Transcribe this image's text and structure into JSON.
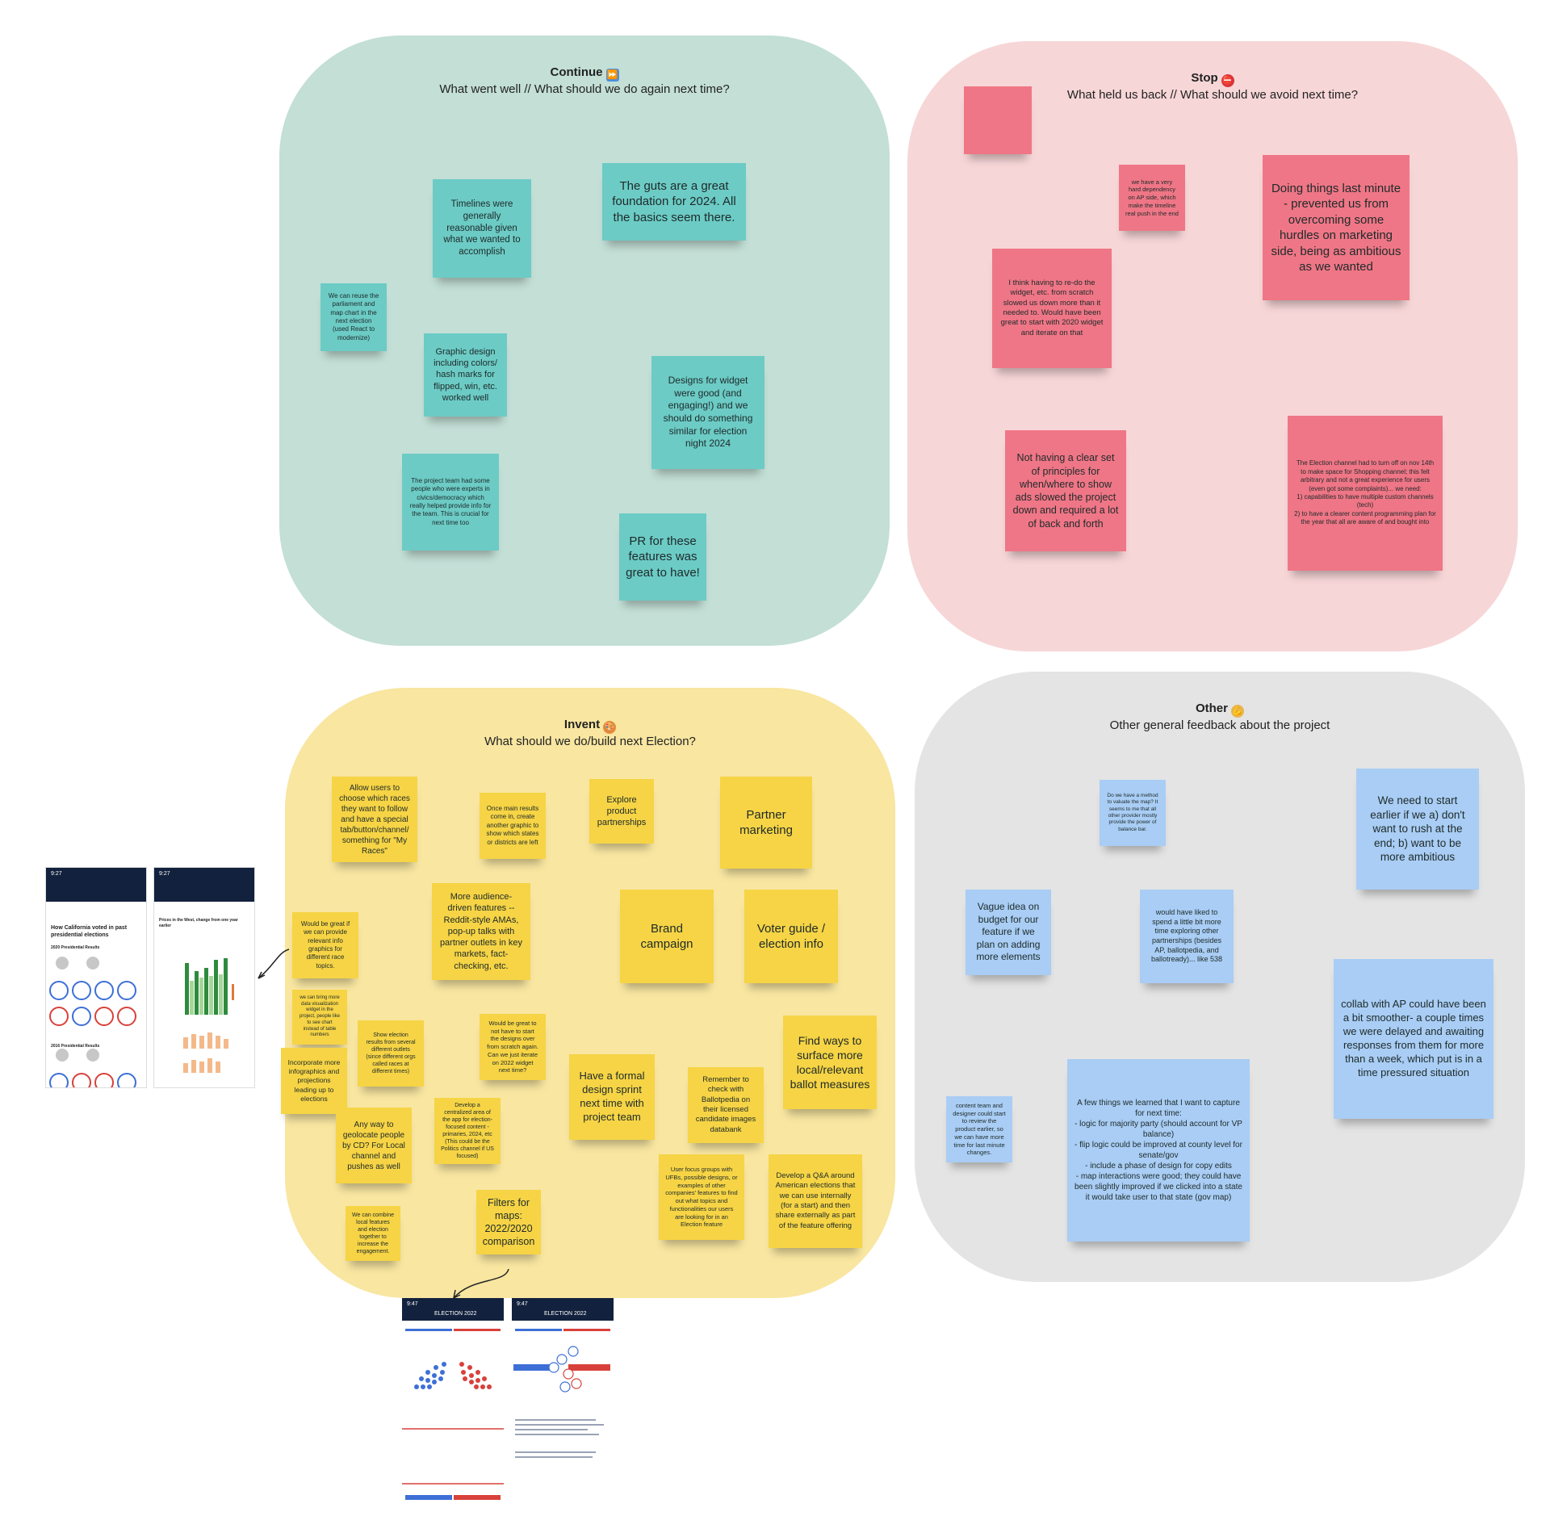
{
  "quadrants": {
    "continue": {
      "title": "Continue",
      "icon": "fast-forward-icon",
      "subtitle": "What went well // What should we do again next time?",
      "color": "#c3dfd6",
      "notes": [
        "Timelines were generally reasonable given what we wanted to accomplish",
        "The guts are a great foundation for 2024. All the basics seem there.",
        "We can reuse the parliament and map chart in the next election (used React to modernize)",
        "Graphic design including colors/ hash marks for flipped, win, etc. worked well",
        "Designs for widget were good (and engaging!) and we should do something similar for election night 2024",
        "The project team had some people who were experts in civics/democracy which really helped provide info for the team. This is crucial for next time too",
        "PR for these features was great to have!"
      ]
    },
    "stop": {
      "title": "Stop",
      "icon": "no-entry-icon",
      "subtitle": "What held us back // What should we avoid next time?",
      "color": "#f7d6d7",
      "notes": [
        "",
        "we have a very hard dependency on AP side, which make the timeline real push in the end",
        "Doing things last minute - prevented us from overcoming some hurdles on marketing side, being as ambitious as we wanted",
        "I think having to re-do the widget, etc. from scratch slowed us down more than it needed to. Would have been great to start with 2020 widget and iterate on that",
        "Not having a clear set of principles for when/where to show ads slowed the project down and required a lot of back and forth",
        "The Election channel had to turn off on nov 14th to make space for Shopping channel; this felt arbitrary and not a great experience for users (even got some complaints)... we need:\n1) capabilities to have multiple custom channels (tech)\n2) to have a clearer content programming plan for the year that all are aware of and bought into"
      ]
    },
    "invent": {
      "title": "Invent",
      "icon": "palette-icon",
      "subtitle": "What should we do/build next Election?",
      "color": "#f8e6a1",
      "notes": [
        "Allow users to choose which races they want to follow and have a special tab/button/channel/ something for \"My Races\"",
        "Once main results come in, create another graphic to show which states or districts are left",
        "Explore product partnerships",
        "Partner marketing",
        "More audience-driven features -- Reddit-style AMAs, pop-up talks with partner outlets in key markets, fact-checking, etc.",
        "Brand campaign",
        "Voter guide / election info",
        "Would be great if we can provide relevant info graphics for different race topics.",
        "we can bring more data visualization widget in the project, people like to see chart instead of table numbers",
        "Show election results from several different outlets (since different orgs called races at different times)",
        "Would be great to not have to start the designs over from scratch again. Can we just iterate on 2022 widget next time?",
        "Incorporate more infographics and projections leading up to elections",
        "Have a formal design sprint next time with project team",
        "Remember to check with Ballotpedia on their licensed candidate images databank",
        "Find ways to surface more local/relevant ballot measures",
        "Any way to geolocate people by CD? For Local channel and pushes as well",
        "Develop a centralized area of the app for election-focused content - primaries, 2024, etc (This could be the Politics channel if US focused)",
        "User focus groups with UFBs, possible designs, or examples of other companies' features to find out what topics and functionalities our users are looking for in an Election feature",
        "Develop a Q&A around American elections that we can use internally (for a start) and then share externally as part of the feature offering",
        "We can combine local features and election together to increase the engagement.",
        "Filters for maps: 2022/2020 comparison"
      ]
    },
    "other": {
      "title": "Other",
      "icon": "flexed-bicep-icon",
      "subtitle": "Other general feedback about the project",
      "color": "#e4e4e4",
      "notes": [
        "Do we have a method to valuate the map? It seems to me that all other provider mostly provide the power of balance bar.",
        "We need to start earlier if we a) don't want to rush at the end; b) want to be more ambitious",
        "Vague idea on budget for our feature if we plan on adding more elements",
        "would have liked to spend a little bit more time exploring other partnerships (besides AP, ballotpedia, and ballotready)... like 538",
        "collab with AP could have been a bit smoother- a couple times we were delayed and awaiting responses from them for more than a week, which put is in a time pressured situation",
        "content team and designer could start to review the product earlier, so we can have more time for last minute changes.",
        "A few things we learned that I want to capture for next time:\n- logic for majority party (should account for VP balance)\n- flip logic could be improved at county level for senate/gov\n- include a phase of design for copy edits\n- map interactions were good; they could have been slightly improved if we clicked into a state it would take user to that state (gov map)"
      ]
    }
  },
  "screenshots": {
    "left": [
      {
        "heading": "How California voted in past presidential elections",
        "section": "2020 Presidential Results",
        "section2": "2016 Presidential Results"
      },
      {
        "heading": "Prices in the West, change from one year earlier"
      }
    ],
    "bottom": [
      {
        "label": "ELECTION 2022"
      },
      {
        "label": "ELECTION 2022"
      }
    ]
  },
  "colors": {
    "teal_note": "#6ccbc5",
    "pink_note": "#ef7686",
    "yellow_note": "#f6d445",
    "blue_note": "#a9cdf4",
    "app_header": "#12213d"
  }
}
